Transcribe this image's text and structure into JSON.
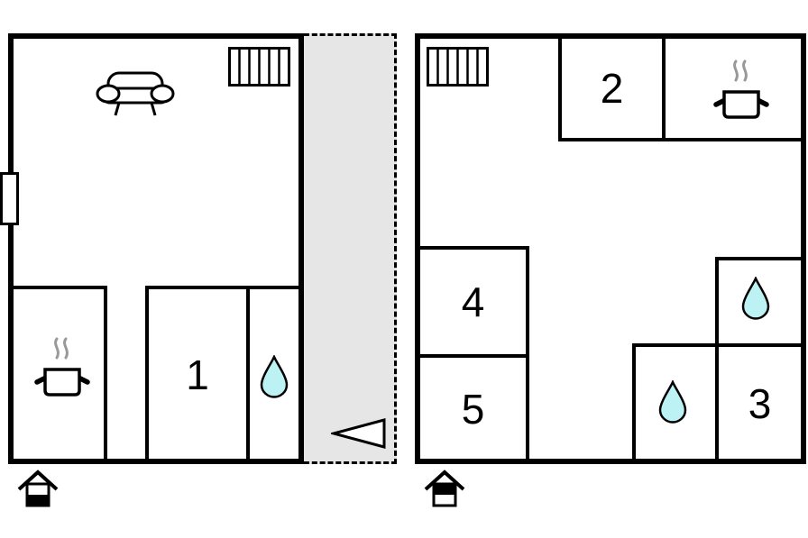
{
  "palette": {
    "wall": "#000000",
    "background": "#ffffff",
    "corridor_fill": "#e6e6e6",
    "water_drop_fill": "#bdf2f4",
    "steam": "#999999"
  },
  "left_plan": {
    "room_labels": {
      "room1": "1"
    },
    "icons": [
      "sofa-icon",
      "radiator-icon",
      "window-icon",
      "cooking-pot-icon",
      "water-drop-icon",
      "house-entrance-icon"
    ],
    "house_marker_filled_half": "bottom"
  },
  "corridor": {
    "icons": [
      "stairs-arrow-icon"
    ],
    "arrow_direction": "left"
  },
  "right_plan": {
    "room_labels": {
      "room2": "2",
      "room3": "3",
      "room4": "4",
      "room5": "5"
    },
    "icons": [
      "radiator-icon",
      "cooking-pot-icon",
      "water-drop-icon",
      "water-drop-icon",
      "house-entrance-icon"
    ],
    "house_marker_filled_half": "top"
  }
}
